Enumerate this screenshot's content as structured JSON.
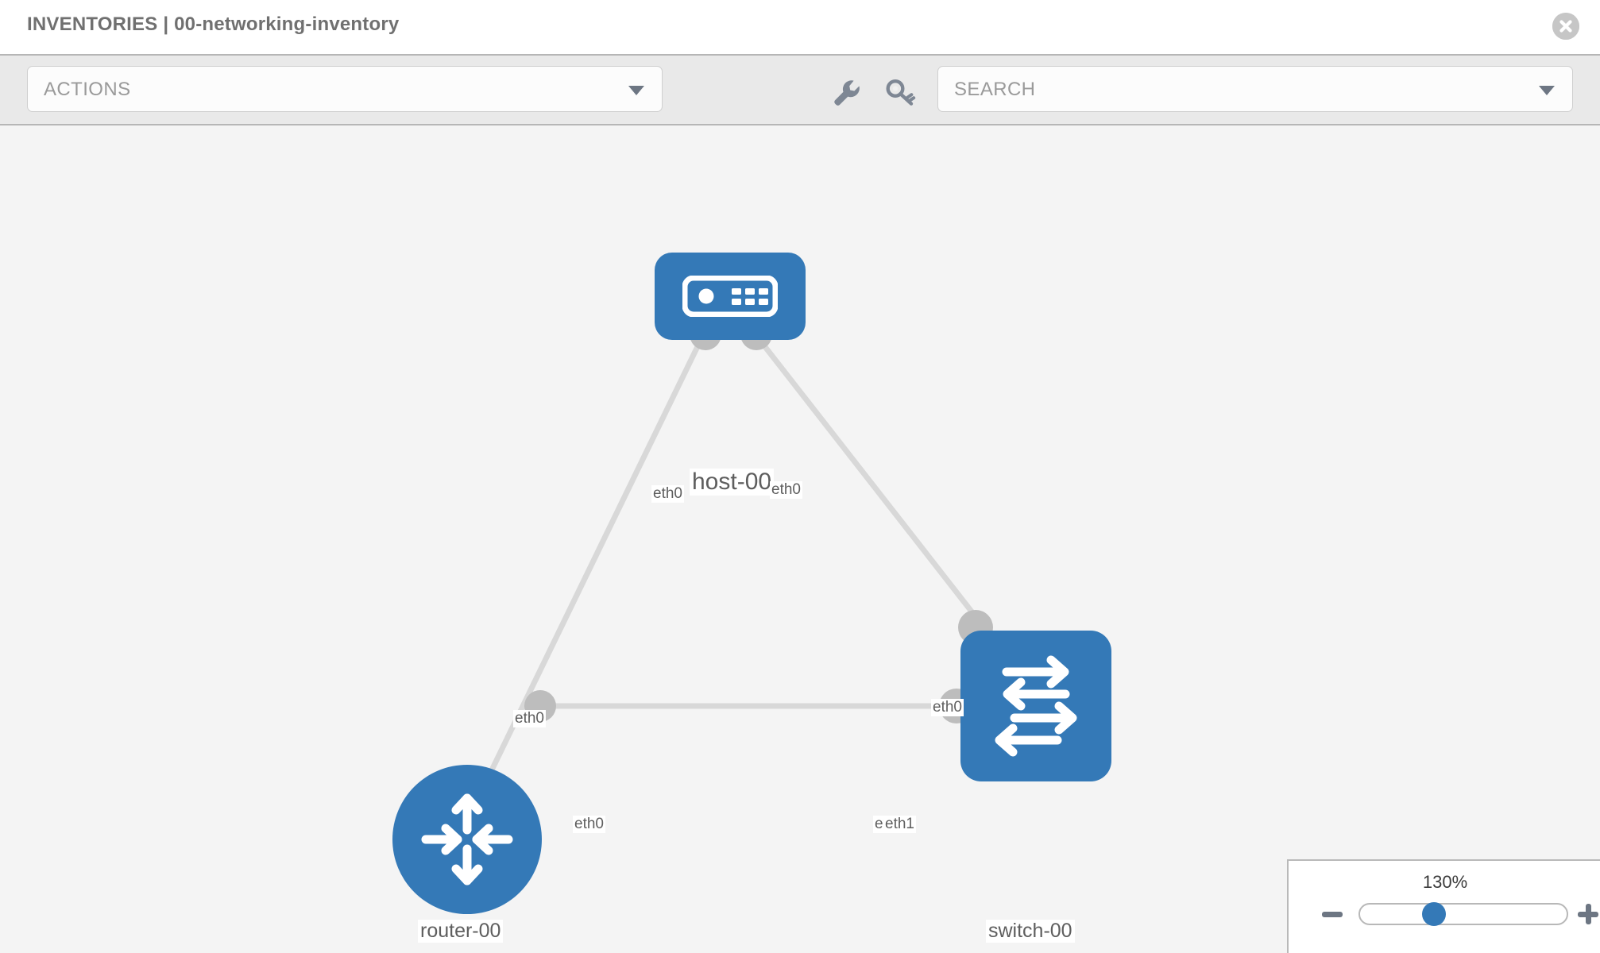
{
  "header": {
    "title": "INVENTORIES | 00-networking-inventory",
    "close_icon": "close-circle-icon"
  },
  "toolbar": {
    "actions_label": "ACTIONS",
    "actions_caret": "chevron-down-icon",
    "wrench_icon": "wrench-icon",
    "key_icon": "key-icon",
    "search_placeholder": "SEARCH",
    "search_caret": "chevron-down-icon"
  },
  "topology": {
    "nodes": [
      {
        "id": "host-00",
        "label": "host-00",
        "type": "host",
        "icon": "server-icon",
        "shape": "rounded-rect",
        "color": "#3479b7"
      },
      {
        "id": "router-00",
        "label": "router-00",
        "type": "router",
        "icon": "router-arrows-icon",
        "shape": "circle",
        "color": "#3479b7"
      },
      {
        "id": "switch-00",
        "label": "switch-00",
        "type": "switch",
        "icon": "switch-arrows-icon",
        "shape": "rounded-square",
        "color": "#3479b7"
      }
    ],
    "edge_labels": {
      "host_left": "eth0",
      "host_right": "eth0",
      "router_up": "eth0",
      "router_right": "eth0",
      "switch_up": "eth0",
      "switch_left_a": "eth",
      "switch_left_b": "eth1"
    },
    "link_color": "#d8d8d8",
    "port_color": "#bdbdbd",
    "background": "#f4f4f4"
  },
  "zoom_control": {
    "value": "130%",
    "minus_label": "minus-button",
    "plus_label": "plus-button"
  }
}
